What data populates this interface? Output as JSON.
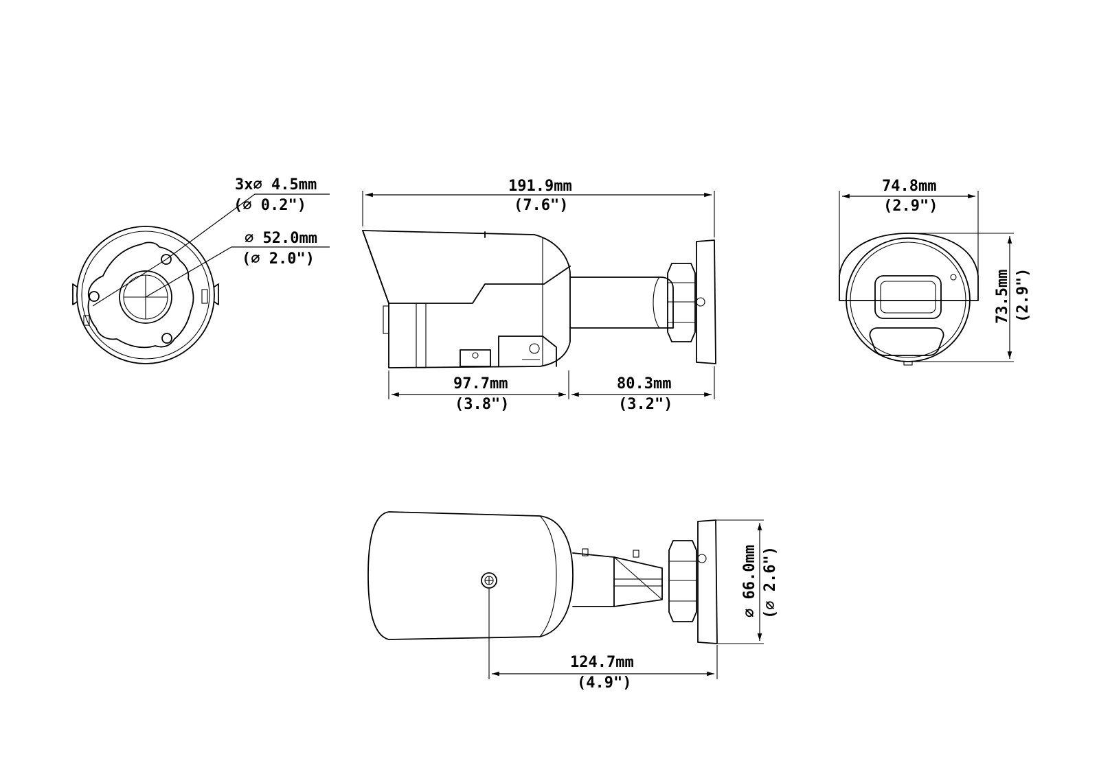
{
  "colors": {
    "ink": "#000000",
    "paper": "#ffffff"
  },
  "views": {
    "rear": {
      "holes_label": "3x∅ 4.5mm",
      "holes_label_in": "(∅ 0.2\")",
      "bore_label": "∅ 52.0mm",
      "bore_label_in": "(∅ 2.0\")"
    },
    "side": {
      "total_length": "191.9mm",
      "total_length_in": "(7.6\")",
      "body_length": "97.7mm",
      "body_length_in": "(3.8\")",
      "mount_length": "80.3mm",
      "mount_length_in": "(3.2\")"
    },
    "front": {
      "width": "74.8mm",
      "width_in": "(2.9\")",
      "height": "73.5mm",
      "height_in": "(2.9\")"
    },
    "top": {
      "reach": "124.7mm",
      "reach_in": "(4.9\")",
      "base_diameter": "∅ 66.0mm",
      "base_diameter_in": "(∅ 2.6\")"
    }
  }
}
